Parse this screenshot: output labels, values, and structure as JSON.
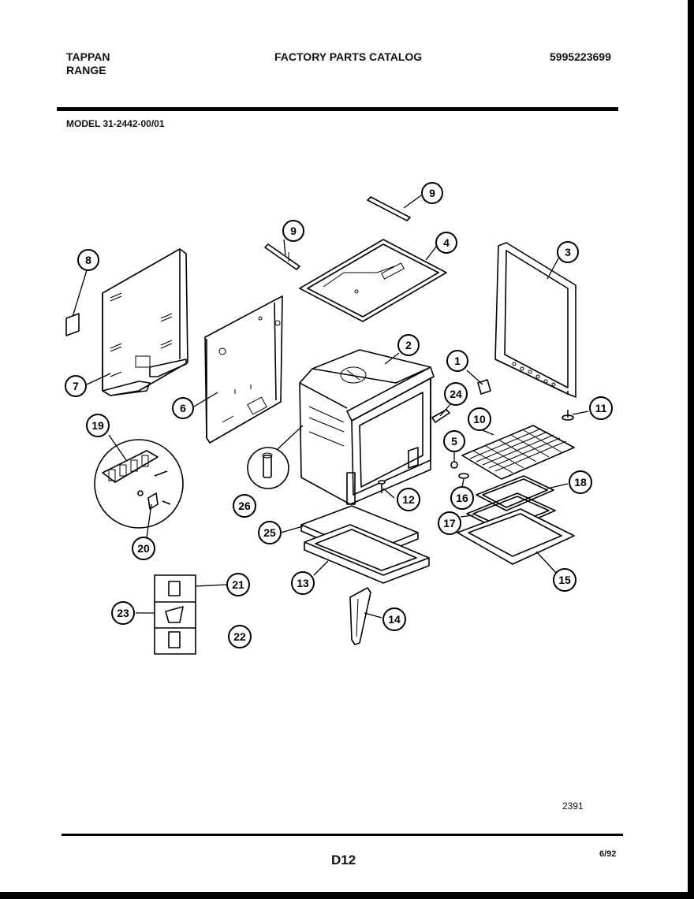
{
  "header": {
    "brand_line1": "TAPPAN",
    "brand_line2": "RANGE",
    "title": "FACTORY PARTS CATALOG",
    "catalog_number": "5995223699",
    "model": "MODEL 31-2442-00/01"
  },
  "footer": {
    "drawing_number": "2391",
    "page_id": "D12",
    "date": "6/92"
  },
  "callouts": {
    "c1": "1",
    "c2": "2",
    "c3": "3",
    "c4": "4",
    "c5": "5",
    "c6": "6",
    "c7": "7",
    "c8": "8",
    "c9a": "9",
    "c9b": "9",
    "c10": "10",
    "c11": "11",
    "c12": "12",
    "c13": "13",
    "c14": "14",
    "c15": "15",
    "c16": "16",
    "c17": "17",
    "c18": "18",
    "c19": "19",
    "c20": "20",
    "c21": "21",
    "c22": "22",
    "c23": "23",
    "c24": "24",
    "c25": "25",
    "c26": "26"
  }
}
